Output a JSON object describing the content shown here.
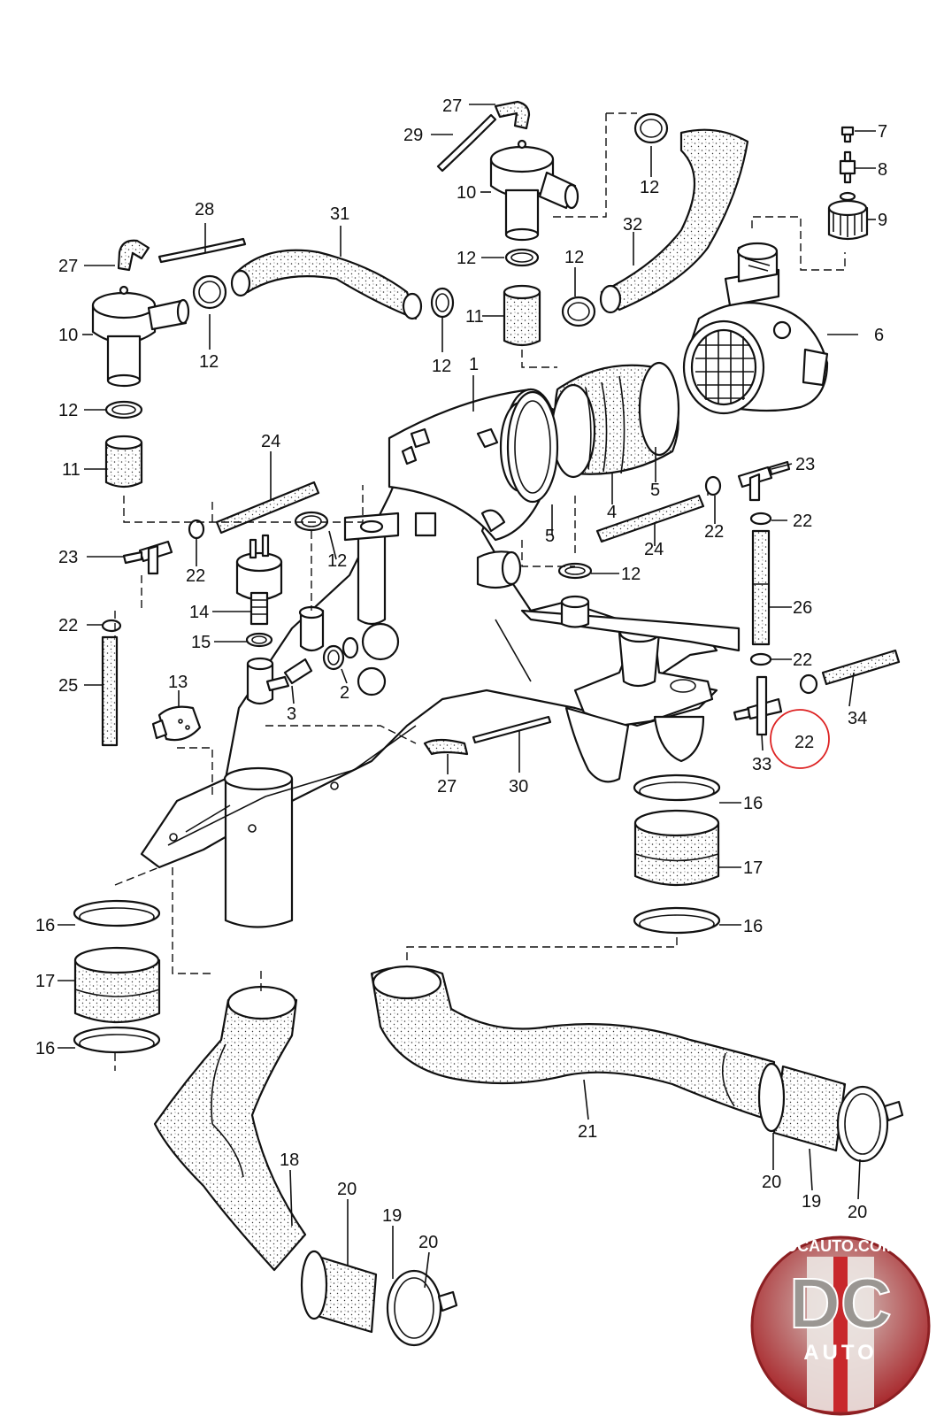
{
  "callouts": [
    {
      "id": "c27a",
      "label": "27"
    },
    {
      "id": "c29",
      "label": "29"
    },
    {
      "id": "c10a",
      "label": "10"
    },
    {
      "id": "c12a",
      "label": "12"
    },
    {
      "id": "c7",
      "label": "7"
    },
    {
      "id": "c8",
      "label": "8"
    },
    {
      "id": "c9",
      "label": "9"
    },
    {
      "id": "c28",
      "label": "28"
    },
    {
      "id": "c31",
      "label": "31"
    },
    {
      "id": "c32",
      "label": "32"
    },
    {
      "id": "c27b",
      "label": "27"
    },
    {
      "id": "c10b",
      "label": "10"
    },
    {
      "id": "c12b",
      "label": "12"
    },
    {
      "id": "c12c",
      "label": "12"
    },
    {
      "id": "c11a",
      "label": "11"
    },
    {
      "id": "c12d",
      "label": "12"
    },
    {
      "id": "c12e",
      "label": "12"
    },
    {
      "id": "c6",
      "label": "6"
    },
    {
      "id": "c1",
      "label": "1"
    },
    {
      "id": "c12f",
      "label": "12"
    },
    {
      "id": "c11b",
      "label": "11"
    },
    {
      "id": "c24a",
      "label": "24"
    },
    {
      "id": "c23a",
      "label": "23"
    },
    {
      "id": "c5a",
      "label": "5"
    },
    {
      "id": "c4",
      "label": "4"
    },
    {
      "id": "c22a",
      "label": "22"
    },
    {
      "id": "c22b",
      "label": "22"
    },
    {
      "id": "c5b",
      "label": "5"
    },
    {
      "id": "c24b",
      "label": "24"
    },
    {
      "id": "c12g",
      "label": "12"
    },
    {
      "id": "c23b",
      "label": "23"
    },
    {
      "id": "c22c",
      "label": "22"
    },
    {
      "id": "c12h",
      "label": "12"
    },
    {
      "id": "c26",
      "label": "26"
    },
    {
      "id": "c14",
      "label": "14"
    },
    {
      "id": "c22d",
      "label": "22"
    },
    {
      "id": "c15",
      "label": "15"
    },
    {
      "id": "c22e",
      "label": "22"
    },
    {
      "id": "c25",
      "label": "25"
    },
    {
      "id": "c13",
      "label": "13"
    },
    {
      "id": "c2",
      "label": "2"
    },
    {
      "id": "c3",
      "label": "3"
    },
    {
      "id": "c34",
      "label": "34"
    },
    {
      "id": "c22f",
      "label": "22"
    },
    {
      "id": "c33",
      "label": "33"
    },
    {
      "id": "c27c",
      "label": "27"
    },
    {
      "id": "c30",
      "label": "30"
    },
    {
      "id": "c16a",
      "label": "16"
    },
    {
      "id": "c17a",
      "label": "17"
    },
    {
      "id": "c16b",
      "label": "16"
    },
    {
      "id": "c16c",
      "label": "16"
    },
    {
      "id": "c17b",
      "label": "17"
    },
    {
      "id": "c16d",
      "label": "16"
    },
    {
      "id": "c21",
      "label": "21"
    },
    {
      "id": "c18",
      "label": "18"
    },
    {
      "id": "c20a",
      "label": "20"
    },
    {
      "id": "c19a",
      "label": "19"
    },
    {
      "id": "c20b",
      "label": "20"
    },
    {
      "id": "c20c",
      "label": "20"
    },
    {
      "id": "c19b",
      "label": "19"
    },
    {
      "id": "c20d",
      "label": "20"
    }
  ],
  "logo": {
    "site": "DCAUTO.COM",
    "mark": "DC",
    "sub": "AUTO"
  },
  "colors": {
    "highlight": "#dd2222",
    "logo_red": "#c8282c",
    "logo_gray": "#b8b4b0"
  }
}
